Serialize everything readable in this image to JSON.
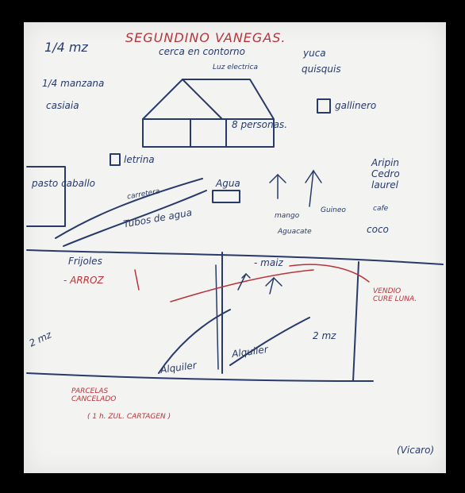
{
  "sketch": {
    "header": {
      "area": "1/4 mz",
      "owner": "SEGUNDINO VANEGAS.",
      "fence": "cerca en contorno",
      "crops_top": "yuca",
      "crops_top2": "quisquis"
    },
    "left_notes": {
      "manzana": "1/4 manzana",
      "casa": "casiaia"
    },
    "house": {
      "roof_label": "Luz electrica",
      "people": "8 personas."
    },
    "chicken": "gallinero",
    "latrine": "letrina",
    "pasture": "pasto caballo",
    "road": "carretera",
    "water_pipes": "Tubos de agua",
    "water": "Agua",
    "trees": {
      "aripin": "Aripin",
      "cedro": "Cedro",
      "laurel": "laurel",
      "mango": "mango",
      "guineo": "Guineo",
      "cafe": "cafe",
      "aguacate": "Aguacate",
      "coco": "coco"
    },
    "lower": {
      "frijoles": "Frijoles",
      "maiz": "- maiz",
      "arroz": "- ARROZ",
      "two_mz_left": "2 mz",
      "two_mz_right": "2 mz",
      "alquiler_left": "Alquiler",
      "alquiler_right": "Alquiler",
      "bottom_note": "PARCELAS\nCANCELADO",
      "bottom_note2": "( 1 h. ZUL. CARTAGEN )",
      "vendio": "VENDIO\nCURE LUNA.",
      "signature": "(Vicaro)"
    }
  }
}
